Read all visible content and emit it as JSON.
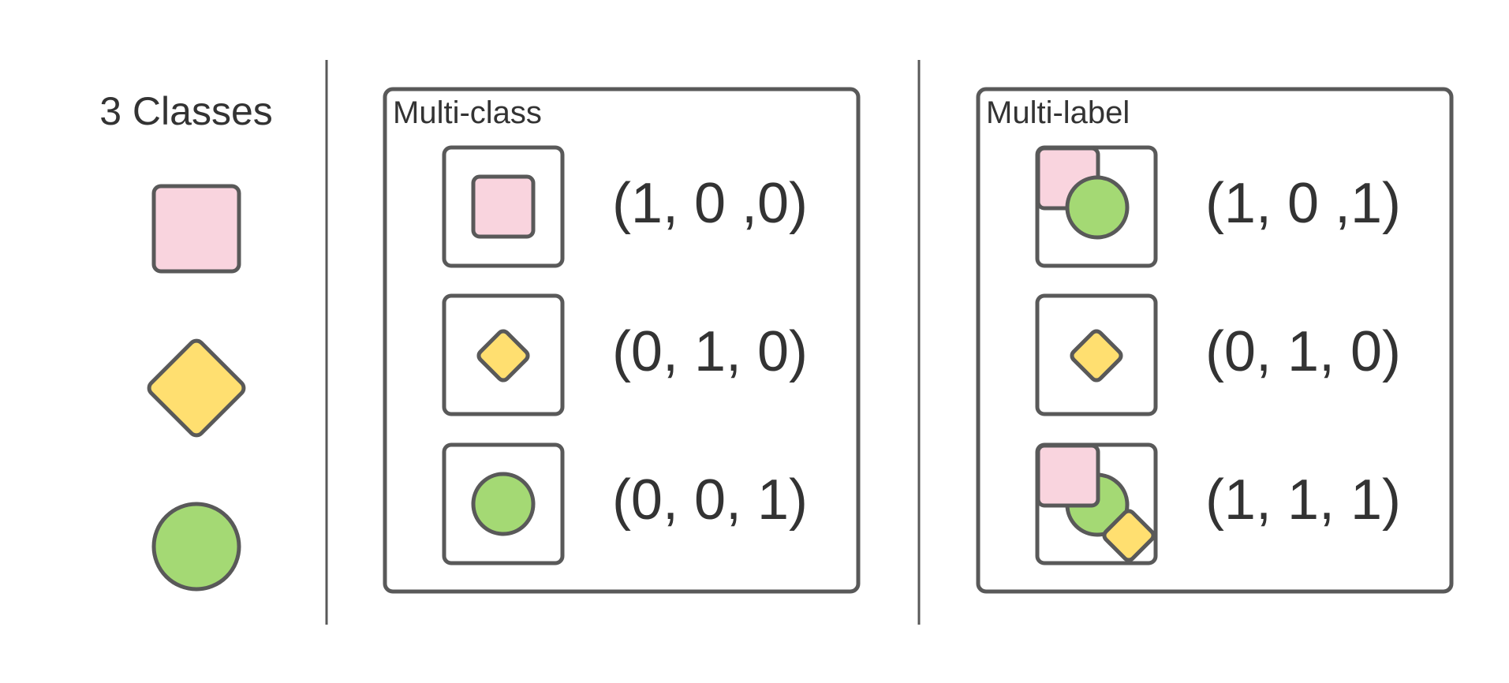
{
  "legend": {
    "title": "3 Classes",
    "classes": [
      {
        "shape": "square-icon",
        "color": "#f9d4de"
      },
      {
        "shape": "diamond-icon",
        "color": "#ffdf70"
      },
      {
        "shape": "circle-icon",
        "color": "#a4d974"
      }
    ]
  },
  "colors": {
    "stroke": "#595959",
    "text": "#333333",
    "divider": "#595959"
  },
  "multi_class": {
    "title": "Multi-class",
    "rows": [
      {
        "contains": [
          "square"
        ],
        "vector": "(1, 0 ,0)"
      },
      {
        "contains": [
          "diamond"
        ],
        "vector": "(0, 1, 0)"
      },
      {
        "contains": [
          "circle"
        ],
        "vector": "(0, 0, 1)"
      }
    ]
  },
  "multi_label": {
    "title": "Multi-label",
    "rows": [
      {
        "contains": [
          "square",
          "circle"
        ],
        "vector": "(1, 0 ,1)"
      },
      {
        "contains": [
          "diamond"
        ],
        "vector": "(0, 1, 0)"
      },
      {
        "contains": [
          "square",
          "circle",
          "diamond"
        ],
        "vector": "(1, 1, 1)"
      }
    ]
  }
}
